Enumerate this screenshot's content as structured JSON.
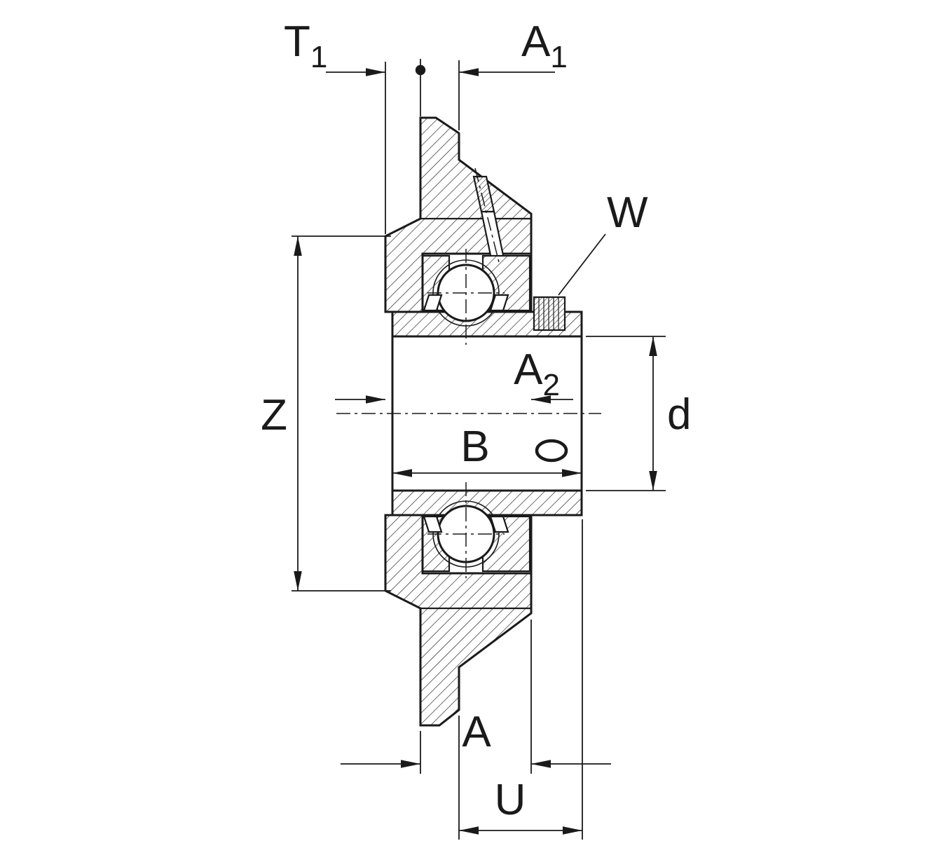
{
  "labels": {
    "t1": {
      "base": "T",
      "sub": "1"
    },
    "a1": {
      "base": "A",
      "sub": "1"
    },
    "w": {
      "base": "W",
      "sub": ""
    },
    "z": {
      "base": "Z",
      "sub": ""
    },
    "a2": {
      "base": "A",
      "sub": "2"
    },
    "d": {
      "base": "d",
      "sub": ""
    },
    "b": {
      "base": "B",
      "sub": ""
    },
    "a": {
      "base": "A",
      "sub": ""
    },
    "u": {
      "base": "U",
      "sub": ""
    }
  },
  "colors": {
    "ink": "#1a1a1a",
    "paper": "#ffffff"
  }
}
